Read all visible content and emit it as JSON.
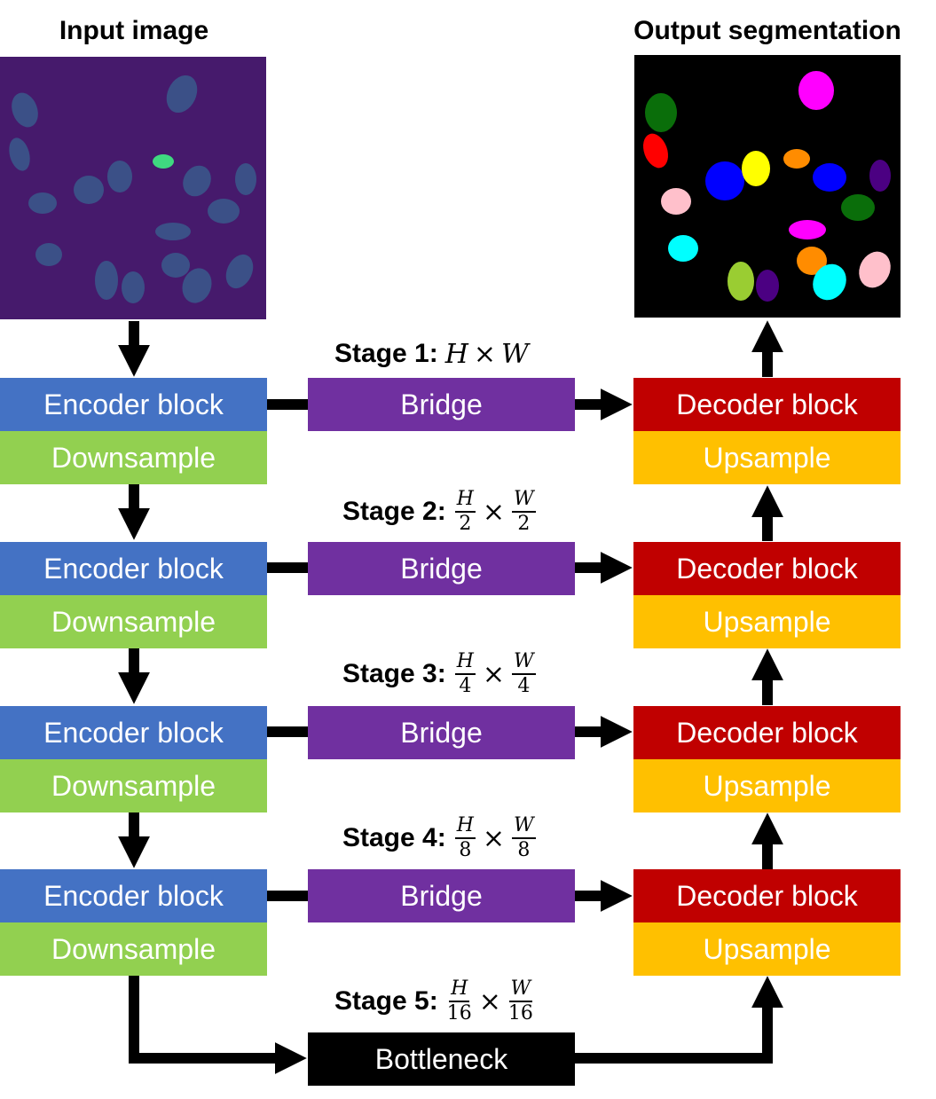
{
  "titles": {
    "input": "Input image",
    "output": "Output segmentation"
  },
  "labels": {
    "encoder": "Encoder block",
    "downsample": "Downsample",
    "bridge": "Bridge",
    "decoder": "Decoder block",
    "upsample": "Upsample",
    "bottleneck": "Bottleneck"
  },
  "stages": [
    {
      "label": "Stage 1:",
      "h": "H",
      "w": "W"
    },
    {
      "label": "Stage 2:",
      "h": "H",
      "w": "W",
      "div": "2"
    },
    {
      "label": "Stage 3:",
      "h": "H",
      "w": "W",
      "div": "4"
    },
    {
      "label": "Stage 4:",
      "h": "H",
      "w": "W",
      "div": "8"
    },
    {
      "label": "Stage 5:",
      "h": "H",
      "w": "W",
      "div": "16"
    }
  ],
  "symbols": {
    "times": "×"
  },
  "colors": {
    "encoder": "#4472c4",
    "downsample": "#92d050",
    "bridge": "#7030a0",
    "decoder": "#c00000",
    "upsample": "#ffc000",
    "bottleneck": "#000000",
    "input_bg": "#461a6c",
    "output_bg": "#000000"
  }
}
